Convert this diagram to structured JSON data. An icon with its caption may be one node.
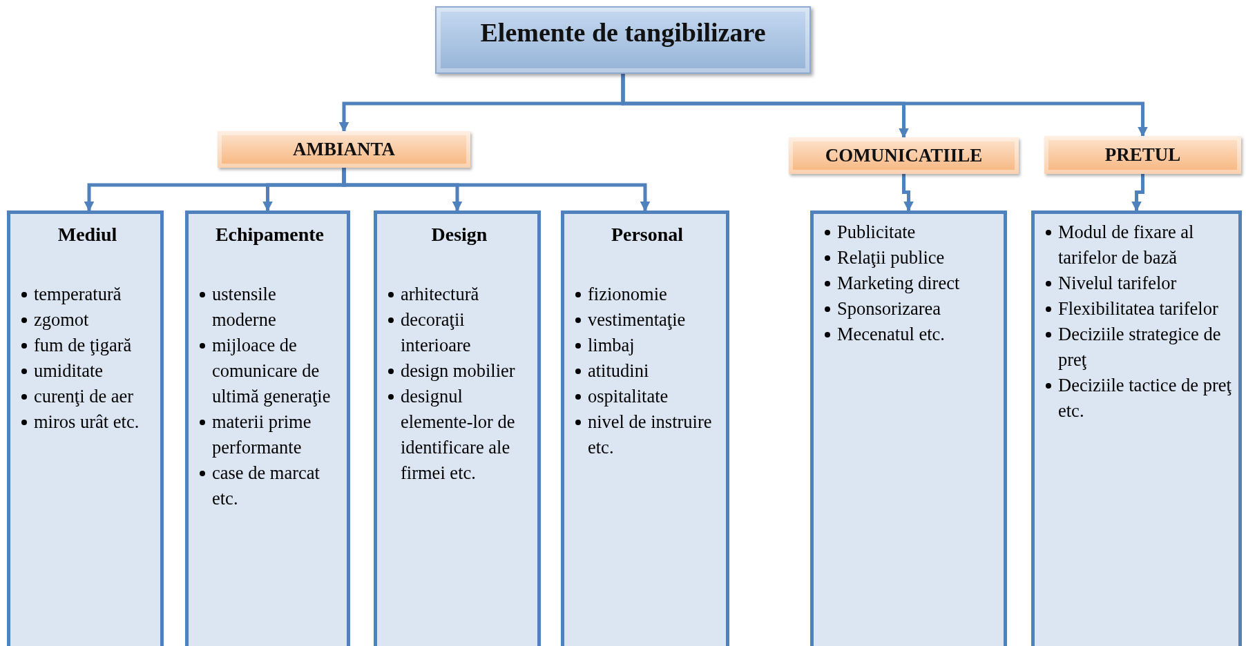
{
  "diagram": {
    "nodes": [
      {
        "text": [
          "Elemente de tangibilizare"
        ]
      },
      {
        "text": [
          "AMBIANTA"
        ]
      },
      {
        "text": [
          "COMUNICATIILE"
        ]
      },
      {
        "text": [
          "PRETUL"
        ]
      },
      {
        "text": [
          "Mediul",
          "temperatură",
          "zgomot",
          "fum de ţigară",
          "umiditate",
          "curenţi de aer",
          "miros urât etc."
        ]
      },
      {
        "text": [
          "Echipamente",
          "ustensile moderne",
          "mijloace de comunicare de ultimă generaţie",
          "materii prime performante",
          "case de marcat etc."
        ]
      },
      {
        "text": [
          "Design",
          "arhitectură",
          "decoraţii interioare",
          "design mobilier",
          "designul elemente-lor de identificare ale firmei etc."
        ]
      },
      {
        "text": [
          "Personal",
          "fizionomie",
          "vestimentaţie",
          "limbaj",
          "atitudini",
          "ospitalitate",
          "nivel de instruire etc."
        ]
      },
      {
        "text": [
          "Publicitate",
          "Relaţii publice",
          "Marketing direct",
          "Sponsorizarea",
          "Mecenatul etc."
        ]
      },
      {
        "text": [
          "Modul de fixare al tarifelor de bază",
          "Nivelul tarifelor",
          "Flexibilitatea tarifelor",
          "Deciziile strategice de preţ",
          "Deciziile tactice de preţ etc."
        ]
      }
    ],
    "edges": [
      {
        "from": 0,
        "to": 1,
        "arrow": "to"
      },
      {
        "from": 0,
        "to": 2,
        "arrow": "to"
      },
      {
        "from": 0,
        "to": 3,
        "arrow": "to"
      },
      {
        "from": 1,
        "to": 4,
        "arrow": "to"
      },
      {
        "from": 1,
        "to": 5,
        "arrow": "to"
      },
      {
        "from": 1,
        "to": 6,
        "arrow": "to"
      },
      {
        "from": 1,
        "to": 7,
        "arrow": "to"
      },
      {
        "from": 2,
        "to": 8,
        "arrow": "to"
      },
      {
        "from": 3,
        "to": 9,
        "arrow": "to"
      }
    ]
  }
}
